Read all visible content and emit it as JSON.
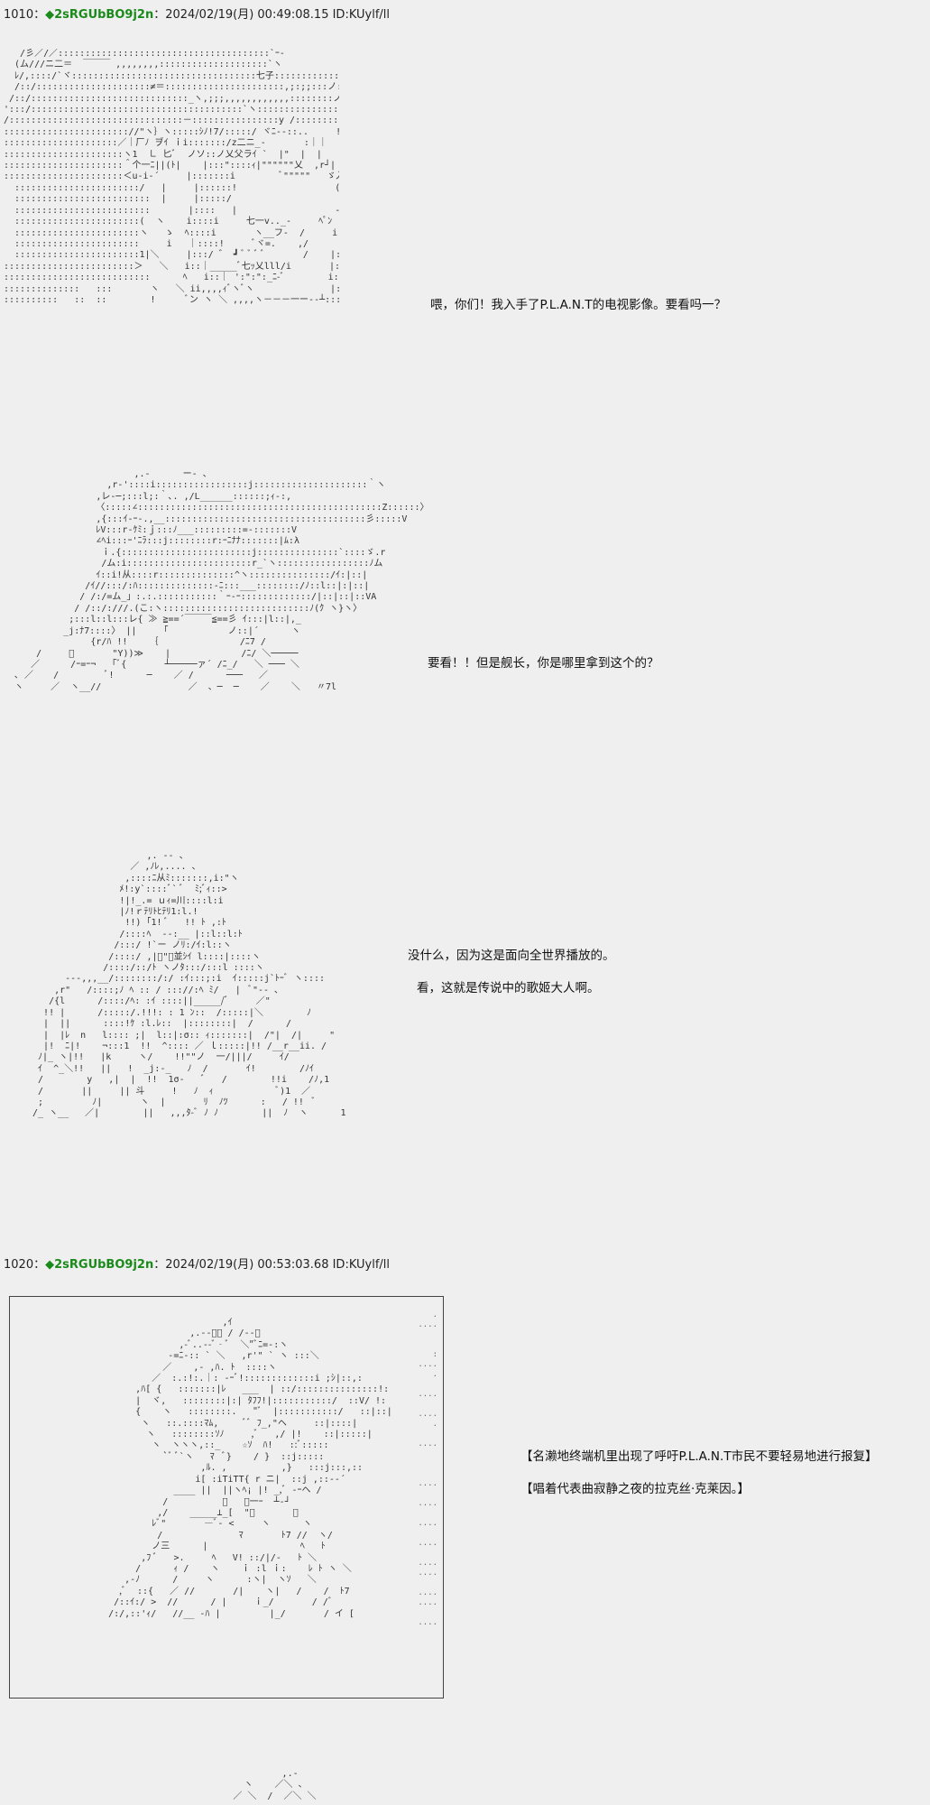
{
  "posts": [
    {
      "number": "1010",
      "separator": "：",
      "diamond": "◆",
      "trip": "2sRGUbBO9j2n",
      "meta": "：2024/02/19(月) 00:49:08.15 ID:KUylf/ll"
    },
    {
      "number": "1020",
      "separator": "：",
      "diamond": "◆",
      "trip": "2sRGUbBO9j2n",
      "meta": "：2024/02/19(月) 00:53:03.68 ID:KUylf/ll"
    }
  ],
  "dialogs": [
    {
      "text": "喂，你们！我入手了P.L.A.N.T的电视影像。要看吗一？"
    },
    {
      "text": "要看！！但是舰长，你是哪里拿到这个的？"
    },
    {
      "text": "没什么，因为这是面向全世界播放的。"
    },
    {
      "text": "看，这就是传说中的歌姬大人啊。"
    },
    {
      "text": "【名濑地终端机里出现了呼吁P.L.A.N.T市民不要轻易地进行报复】"
    },
    {
      "text": "【唱着代表曲寂静之夜的拉克丝·克莱因。】"
    }
  ],
  "art": {
    "a1": "   /彡／/／:::::::::::::::::::::::::::::::::::::::`ｰ-\n  (ム///ニ二＝  ￣￣￣ ,,,,,,,,::::::::::::::::::::`ヽ\n  ﾚ/,::::/`ヾ::::::::::::::::::::::::::::::::::七子:::::::::::::::::`ヽ:::::>\n  /::/:::::::::::::::::::::≠＝::::::::::::::::::::::,;:;;:::ノ:彡ミ ヽ:ヽ\n /::/:::::::::::::::::::::::::::::_ヽ,;;;,,,,,,,,,,,,::::::::ノ厂气茶ミｲ\n':::/:::::::::::::::::::::::::::::::::::::::`ヽ:::::::::::::::::::::::::::｀`ﾍu::illi.､\n/::::::::::::::::::::::::::::::::－::::::::::::::::y /::::::::::::/      ヽ\"//｜｜\n::::::::::::::::::::::://\"ヽ｝ヽ:::::ｼﾉ!7/:::::/ ヾﾆ--::..     !ﾄﾞ   ｉ\n:::::::::::::::::::::／｜厂ﾉ ヺｲ ｉi:::::::/z二ニ_-       :｜｜\n::::::::::::::::::::::ヽ1  ㇗ 匕ﾞ  ノソ::ノ乂父ラｲ `  |\"  |  |\n::::::::::::::::::::::＾个一ﾆ||(ﾄ|    |:::\"::::ｨ|\"\"\"\"\"\"乂  ,r┘| ｉ\n::::::::::::::::::::::＜u-i-´     |:::::::i        ﾞ\"\"\"\"\"   ゞ入::::::|\n  :::::::::::::::::::::::/   |     |::::::!                  (fj::::::!)\n  :::::::::::::::::::::::::  |     |:::::/                    ﾞj::::::|\n  :::::::::::::::::::::::::       |::::   |                  ---､::::ﾘ\n  :::::::::::::::::::::::(  ヽ    i::::i     七一v.._-     ﾍﾟﾝ ｌ:::::!\n  :::::::::::::::::::::::ヽ   ゝ  ﾍ::::i       ヽ__フ-  /     i:::::|\n  :::::::::::::::::::::::     i   ｜::::!     ﾞヾ=.    ,/      |:::::|\n  :::::::::::::::::::::::1|＼     |:::/ ゛ ┛ ﾞ ﾞ ﾞ ﾞ       /    |:::::|\n::::::::::::::::::::::::＞   ＼   i::｜_____ﾞ七ｯ乂lll/i       |:::::|\n:::::::::::::::::::::::::::      ﾍ   i::｜ ':\":\":_ﾆ-ﾞ        i:::::i\n::::::::::::::   :::       ヽ   ＼ ii,,,,ｨﾞヽﾞヽ              |:::::|\n::::::::::   ::  ::        !      ﾞン ヽ ＼ ,,,,ヽ－－－一ー--┴:::::",
    "a2": "                        ,.- ￣￣￣ー- 、\n                   ,r‐'::::i:::::::::::::::::j:::::::::::::::::::::｀ヽ\n                 ,レ-─;:::l;:｀､. ,/L______::::::;ｨ-:,\n                 〈:::::∠:::::::::::::::::::::::::::::::::::::::::::::Z::::::〉\n                 ,{:::ｲ-ｰ-.,__:::::::::::::::::::::::::::::::::::::彡:::::V\n                 ﾚV:::r-ｹﾐ:ｊ:::ﾉ___:::::::::=-:::::::V\n                 ∠ﾍi:::ｰ'ﾆﾗ:::j::::::::r:ｰﾆﾅﾅ:::::::|ﾑ:λ\n                  ｉ.{::::::::::::::::::::::::j:::::::::::::::`::::ゞ.r\n                  /ム:i:::::::::::::::::::::::r_`ヽ:::::::::::::::::ﾉム\n                 ｲ::i!从::::r::::::::::::::^ヽ:::::::::::::::/ｲ:|::|\n               /ｲ//:::/:ﾊ::::::::::::::‐ﾆ:::___::::::::/ﾉ::l::|:|::|\n              / /:/=ム_」:.:.:::::::::::｀ｰ‐ｰ:::::::::::::/|::|::|::VA\n             / /::/:///.(こ:ヽ:::::::::::::::::::::::::::ﾉ(ｸ ヽ}ヽ〉\n            ;:::l::l:::レ{ ≫ ≧==´￣￣￣≦==彡 ｲ:::|l::|,_\n           _j:ﾅ7::::〉 ||     ｢           ノ::|´      ヽ\n                {r/ﾊ !!    ｛               /ﾆ7 /\n      /     ﾞ       \"Y))≫    |             /ﾆ/ ＼─────\n     ／ 　   /ｰ=ｰ¬   ｢ﾞ{       ┴─────ァ´ /ﾆ_/   ＼ ─── ＼\n  ､ ／ 　 /         ﾞ!      ─    ／ /      ───   ／\n  ヽ     ／  ヽ__//                ／  、─  ─    ／    ＼   〃7l",
    "a3": "                      ,. -- 、\n                   ／ ,ﾉﾚ,.... 、\n                  ,::::ﾆ从ﾐ:::::::,i:\"ヽ\n                 ﾒ!:y`::::ﾞ` ﾞ  ﾐ;ﾞｨ::>\n                 !|!_.= ｕｨ=川::::l:i\n                 |ﾉ!ｒﾃﾘﾄﾋﾃﾘ1:l.!\n                  !!) ｢1! ﾞ   !! ﾄ ,:ﾄ\n                 /::::ﾍ  --:__ |::l::l:ﾄ\n                /:::/ !`ー ノﾘ:/ｲ:l::ヽ\n               /::::/ ,|ﾞ\"ﾞ並ｼｲ l::::|::::ヽ\n              /::::/::/ﾄ ヽノﾀ:::/:::l ::::ヽ\n       ---,,,__/::::::::/:/ :ｲ:::;:i  ｲ:::::j`ﾄｰﾞ ヽ::::\n     ,r\"   /::::;ﾉ ﾍ :: / ::://:ﾍ ﾐ/   |  ﾞ\"-- ､\n    /{l      /::::/ﾍ: :ｲ ::::||_____/ﾞ     ／\"\n   !! |      /:::::/.!!!: : 1 ﾝ::  /:::::|＼        ﾉ\n   |  ||      ::::!ｹ :l.ﾚ::  |::::::::|  /      /\n   |  |ﾚ  n   l:::: ;|  l::|:σ:: ｨ:::::::|  /\"|  /|     \"\n   |!  ﾆ|!    ¬:::1  !!  ^:::: ／ ｌ:::::|!! /__r__ii. /\n  ﾉ|_ ヽ|!!   |k     ヽ/    !!\"\"ノ  一/|||/     ｲ/\n  ｲ  ^_＼!!   ||   !  _j:-_   ﾉ  /       ｲ!        /ﾉｲ\n  /        y   ,|  |  !!  1σ-   ﾞ   /        !!i    /ﾉ,1\n  /       ||     || 斗     !   ﾉ  ｨ            ﾞ)1  ／\n  ;         ﾉ|       ヽ  |       ﾘ  ﾉﾂ      :   / !!  ﾞ\n /_ ヽ__   ／|        ||   ,,,ﾀ-ﾞ ﾉ ﾉ        ||  ﾉ  ヽ      1",
    "a4": "                         ,ｲ\n                   ,.-‐ﾞ／ / /--､\n                 ,-ﾞ..--ﾞ‐ﾞ  ＼\"ﾞﾆ=-:ヽ\n               -=ﾆ-:: ` ＼   ,r'\" ` ヽ :::＼\n              ／    ,- ,ﾊ. ﾄ  ::::ヽ\n            ／  :.:!:.｜: -ｰﾞ!:::::::::::::i ;ｼ|::,:\n         ,ﾊ[ {   :::::::|ﾚ   ___  | ::/:::::::::::::::!:\n         |  ヾ,   ::::::::|:| ﾀﾌﾌ!|:::::::::::/  ::V/ !:\n         {    ヽ   ::::::::.   \"ﾞ  |:::::::::::/   ::|::|\n          ヽ   ::.::::ﾏﾑ,     ﾞﾞ ﾌ_,\"ヘ     ::|::::|\n           ヽ   ::::::::ｿﾉ     ,ﾞ   ,/ |!    ::|:::::|\n            ヽ  ヽヽヽ,::_    ☆ｿ  ﾊ!   ::ﾞ:::::\n              `ﾞ ﾞ`ヽ   ﾏ  ﾞ}    / }  ::j:::::\n                     ,ﾙ. ,          ,}   :::j:::,::\n                    i[ :iTiTT{ r ニ|  ::j ,::-‐´\n                ____ ||  ||ヽﾍ¡ |! _,ﾞ ‐ｰヘ /\n              /          ﾞ   ー一ｰ  ┴‐┘\n             ,/    _____⊥_[  \"ﾞ       ､\n            ﾚﾞ\"       ―ﾞ- <     ヽ      ヽ\n             /              ﾏ       ﾄ7 //  ヽ/\n            ノ三      |                 ﾍ   ﾄ\n          ,ﾌ ﾞ   >.     ﾍ   V! ::/|/-   ﾄ ＼\n         /      ｨ /    ヽ    ｉ :l ｉ:    ﾚ ﾄ ヽ ＼\n       ,-ﾉ      /     ヽ      :ヽ|  ヽｿ   ＼\n      ,ﾞ  ::{   ／ //       /|    ヽ|   /    /  ﾄ7\n     /::ｲ:/ >  //      / |     ｉ_/       / /ﾞ\n    /:/,::'ｨ/   //__ -ﾊ |         |_/       / イ ["
  },
  "frame_dots": ".\n....\n\n\n:\n....\n.\n\n....\n\n....\n.\n\n....\n\n\n\n....\n\n....\n\n....\n\n....\n\n....\n....\n\n....\n....\n\n....",
  "bottom_art": "                           ,.-\n                    ヽ    ／＼ 、\n                  ／ ＼  /  ／＼ ＼"
}
